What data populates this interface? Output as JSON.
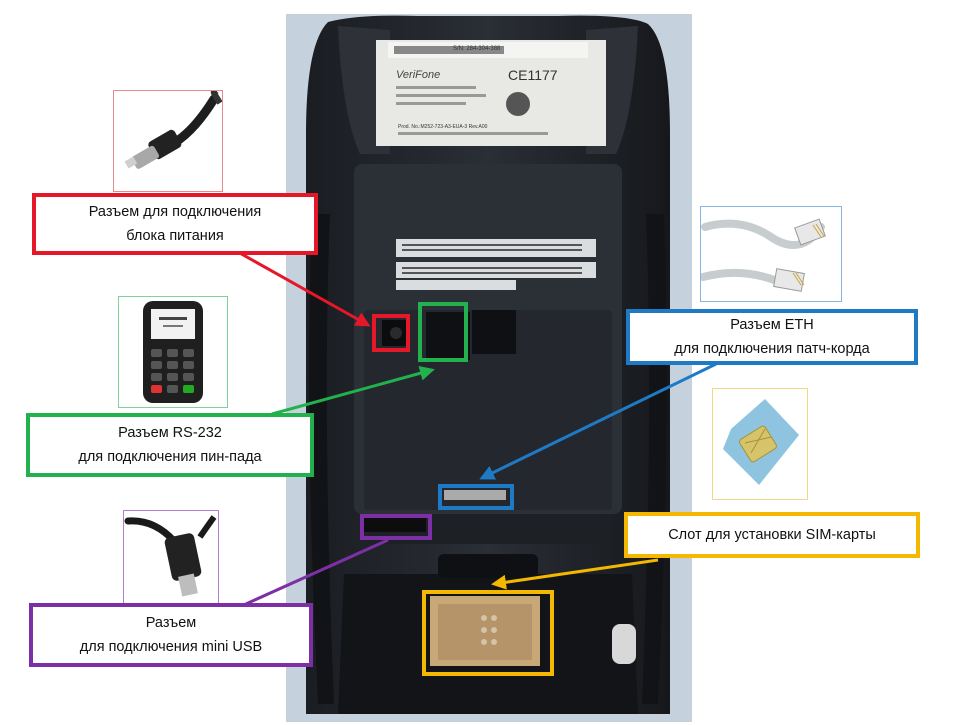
{
  "labels": {
    "power": [
      "Разъем для подключения",
      "блока питания"
    ],
    "rs232": [
      "Разъем RS-232",
      "для подключения пин-пада"
    ],
    "usb": [
      "Разъем",
      "для подключения mini USB"
    ],
    "eth": [
      "Разъем ETH",
      "для подключения патч-корда"
    ],
    "sim": [
      "Слот для установки SIM-карты"
    ]
  },
  "device_sticker": {
    "serial": "S/N: 284-304-388",
    "brand": "VeriFone",
    "ce": "CE1177",
    "prod": "Prod. No.:M252-723-A3-EUA-3 Rev.A00"
  },
  "colors": {
    "red": "#e5182a",
    "green": "#22b14c",
    "blue": "#1f7ac5",
    "yellow": "#f5b800",
    "purple": "#7d2fa5"
  },
  "icons": [
    "power-plug-icon",
    "pinpad-icon",
    "ethernet-cable-icon",
    "sim-card-icon",
    "mini-usb-cable-icon"
  ]
}
